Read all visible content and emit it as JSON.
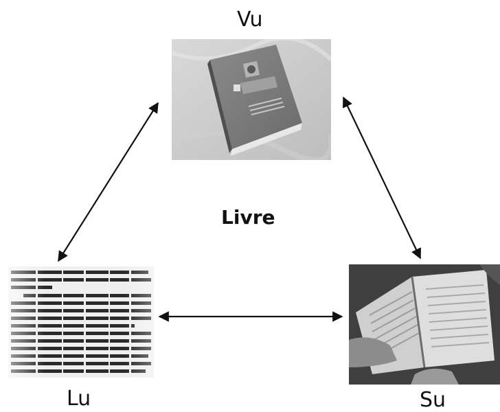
{
  "diagram": {
    "center_label": "Livre",
    "nodes": {
      "top": {
        "label": "Vu",
        "image": "closed-book-photo"
      },
      "left": {
        "label": "Lu",
        "image": "printed-text-photo"
      },
      "right": {
        "label": "Su",
        "image": "open-book-photo"
      }
    },
    "edges": [
      {
        "from": "top",
        "to": "left",
        "style": "double-arrow"
      },
      {
        "from": "top",
        "to": "right",
        "style": "double-arrow"
      },
      {
        "from": "left",
        "to": "right",
        "style": "double-arrow"
      }
    ]
  }
}
